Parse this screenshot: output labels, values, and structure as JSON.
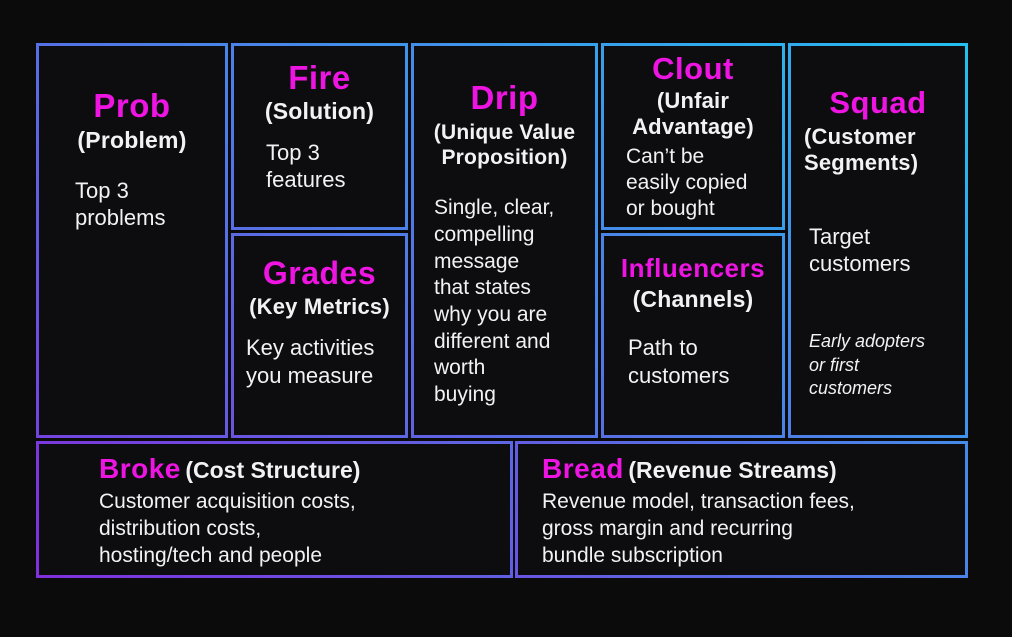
{
  "colors": {
    "accent_magenta": "#EE14E2",
    "text_white": "#F2F2F2",
    "border_purple": "#8030DD",
    "border_cyan": "#22C0F0",
    "background": "#0B0B0C",
    "box_fill": "#0D0D10"
  },
  "boxes": {
    "prob": {
      "title": "Prob",
      "subtitle": "(Problem)",
      "body": "Top 3\nproblems"
    },
    "fire": {
      "title": "Fire",
      "subtitle": "(Solution)",
      "body": "Top 3\nfeatures"
    },
    "grades": {
      "title": "Grades",
      "subtitle": "(Key Metrics)",
      "body": "Key activities\nyou measure"
    },
    "drip": {
      "title": "Drip",
      "subtitle": "(Unique Value\nProposition)",
      "body": "Single, clear,\ncompelling\nmessage\nthat states\nwhy you are\ndifferent and\nworth\nbuying"
    },
    "clout": {
      "title": "Clout",
      "subtitle": "(Unfair\nAdvantage)",
      "body": "Can’t be\neasily copied\nor bought"
    },
    "influencers": {
      "title": "Influencers",
      "subtitle": "(Channels)",
      "body": "Path to\ncustomers"
    },
    "squad": {
      "title": "Squad",
      "subtitle": "(Customer\nSegments)",
      "body": "Target\ncustomers",
      "note": "Early adopters\nor first\ncustomers"
    },
    "broke": {
      "title": "Broke",
      "subtitle": "(Cost Structure)",
      "body": "Customer acquisition costs,\ndistribution costs,\nhosting/tech and people"
    },
    "bread": {
      "title": "Bread",
      "subtitle": "(Revenue Streams)",
      "body": "Revenue model, transaction fees,\ngross margin and recurring\nbundle subscription"
    }
  }
}
